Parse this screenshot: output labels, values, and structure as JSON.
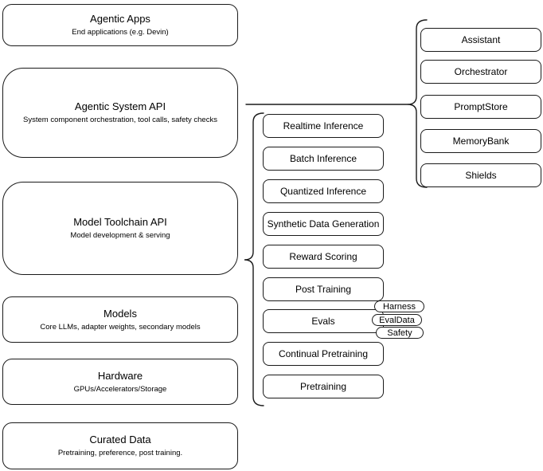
{
  "left_column": [
    {
      "title": "Agentic Apps",
      "subtitle": "End applications (e.g. Devin)"
    },
    {
      "title": "Agentic System API",
      "subtitle": "System component orchestration, tool calls, safety checks"
    },
    {
      "title": "Model Toolchain API",
      "subtitle": "Model development & serving"
    },
    {
      "title": "Models",
      "subtitle": "Core LLMs, adapter weights, secondary models"
    },
    {
      "title": "Hardware",
      "subtitle": "GPUs/Accelerators/Storage"
    },
    {
      "title": "Curated Data",
      "subtitle": "Pretraining, preference, post training."
    }
  ],
  "toolchain_items": [
    "Realtime Inference",
    "Batch Inference",
    "Quantized Inference",
    "Synthetic Data Generation",
    "Reward Scoring",
    "Post Training",
    "Evals",
    "Continual Pretraining",
    "Pretraining"
  ],
  "evals_tags": [
    "Harness",
    "EvalData",
    "Safety"
  ],
  "system_components": [
    "Assistant",
    "Orchestrator",
    "PromptStore",
    "MemoryBank",
    "Shields"
  ],
  "colors": {
    "stroke": "#1a1a1a",
    "background": "#ffffff",
    "text": "#000000"
  }
}
